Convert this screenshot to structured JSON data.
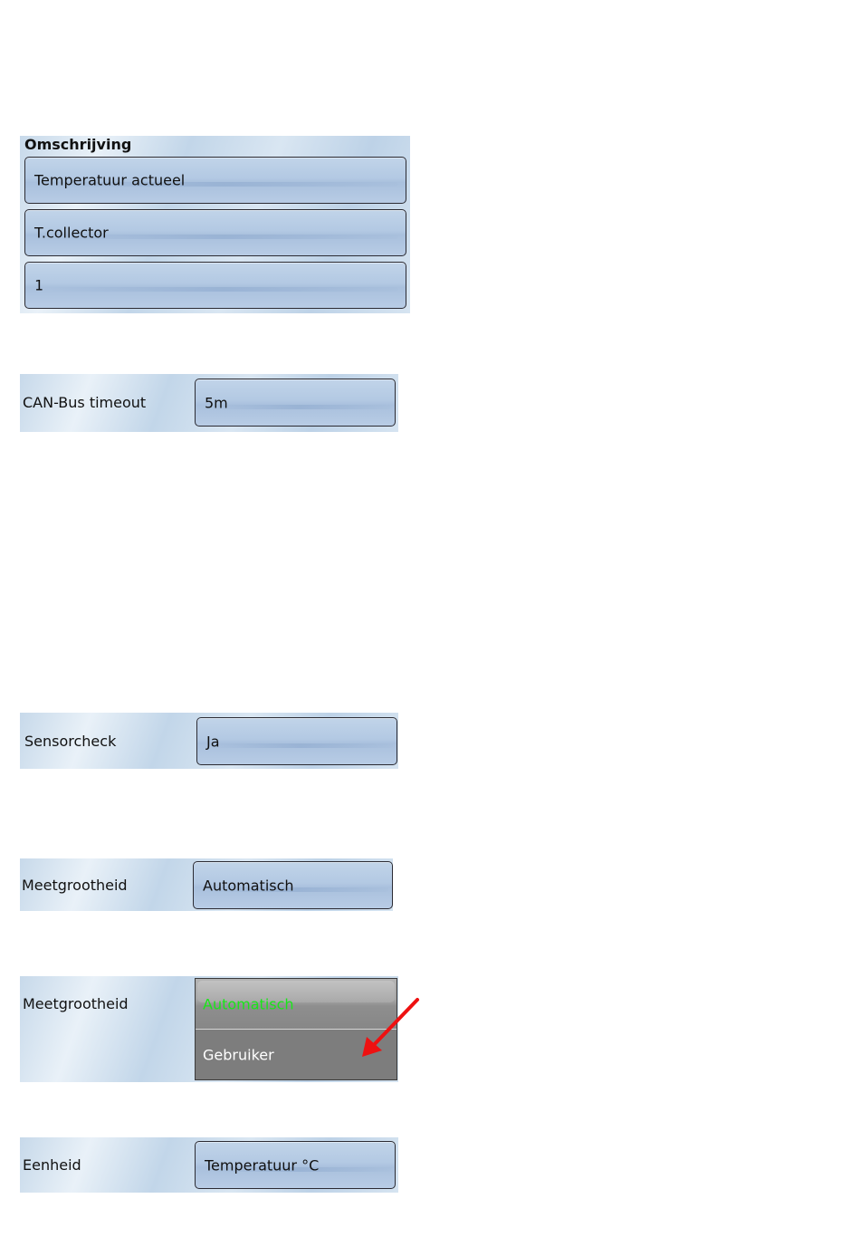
{
  "description_panel": {
    "heading": "Omschrijving",
    "fields": [
      {
        "value": "Temperatuur actueel"
      },
      {
        "value": "T.collector"
      },
      {
        "value": "1"
      }
    ]
  },
  "can_bus_timeout": {
    "label": "CAN-Bus timeout",
    "value": "5m"
  },
  "sensorcheck": {
    "label": "Sensorcheck",
    "value": "Ja"
  },
  "meetgrootheid": {
    "label": "Meetgrootheid",
    "value": "Automatisch"
  },
  "meetgrootheid_dropdown": {
    "label": "Meetgrootheid",
    "options": [
      {
        "label": "Automatisch",
        "selected": true
      },
      {
        "label": "Gebruiker",
        "selected": false
      }
    ],
    "selected_color": "#19e619",
    "option_color": "#ffffff"
  },
  "eenheid": {
    "label": "Eenheid",
    "value": "Temperatuur °C"
  },
  "annotation": {
    "arrow_icon": "red-arrow-icon",
    "arrow_color": "#ee1111"
  }
}
